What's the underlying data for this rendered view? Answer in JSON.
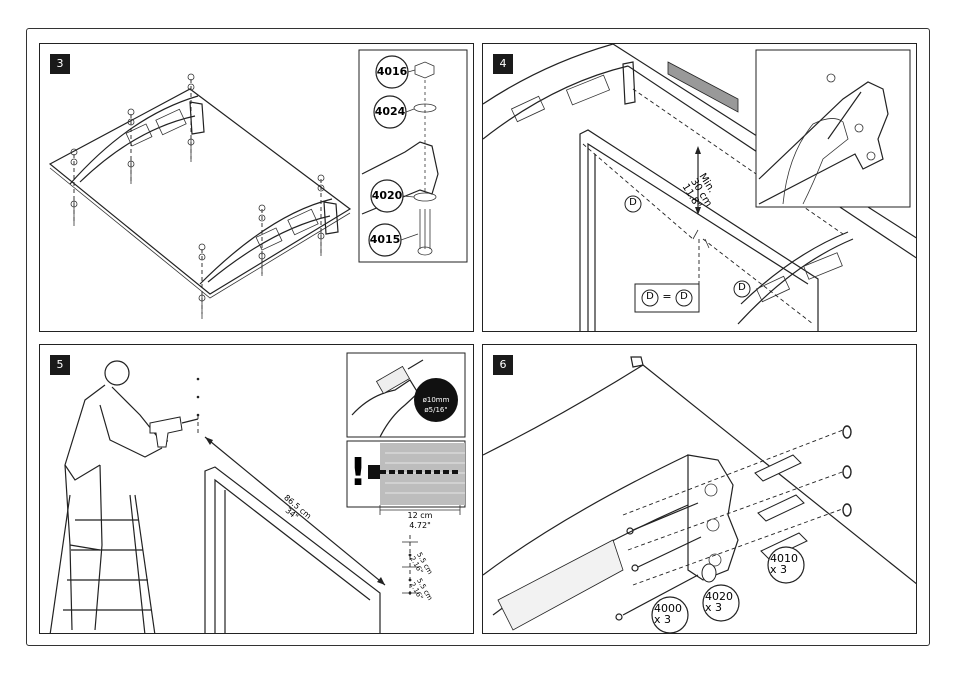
{
  "panel3": {
    "step": "3",
    "parts": [
      "4016",
      "4024",
      "4020",
      "4015"
    ]
  },
  "panel4": {
    "step": "4",
    "distance_line1": "Min.",
    "distance_line2": "30 cm",
    "distance_line3": "11.8\"",
    "marker": "D",
    "equality_left": "D",
    "equality_sign": "=",
    "equality_right": "D"
  },
  "panel5": {
    "step": "5",
    "drill_line1": "ø10mm",
    "drill_line2": "ø5/16\"",
    "warning_mark": "!",
    "depth_cm": "12 cm",
    "depth_in": "4.72\"",
    "height_cm": "86.5 cm",
    "height_in": "34\"",
    "spacing1_cm": "5.5 cm",
    "spacing1_in": "2.16\"",
    "spacing2_cm": "5.5 cm",
    "spacing2_in": "2.16\""
  },
  "panel6": {
    "step": "6",
    "part_4010": "4010",
    "qty_4010": "x 3",
    "part_4020": "4020",
    "qty_4020": "x 3",
    "part_4000": "4000",
    "qty_4000": "x 3"
  }
}
